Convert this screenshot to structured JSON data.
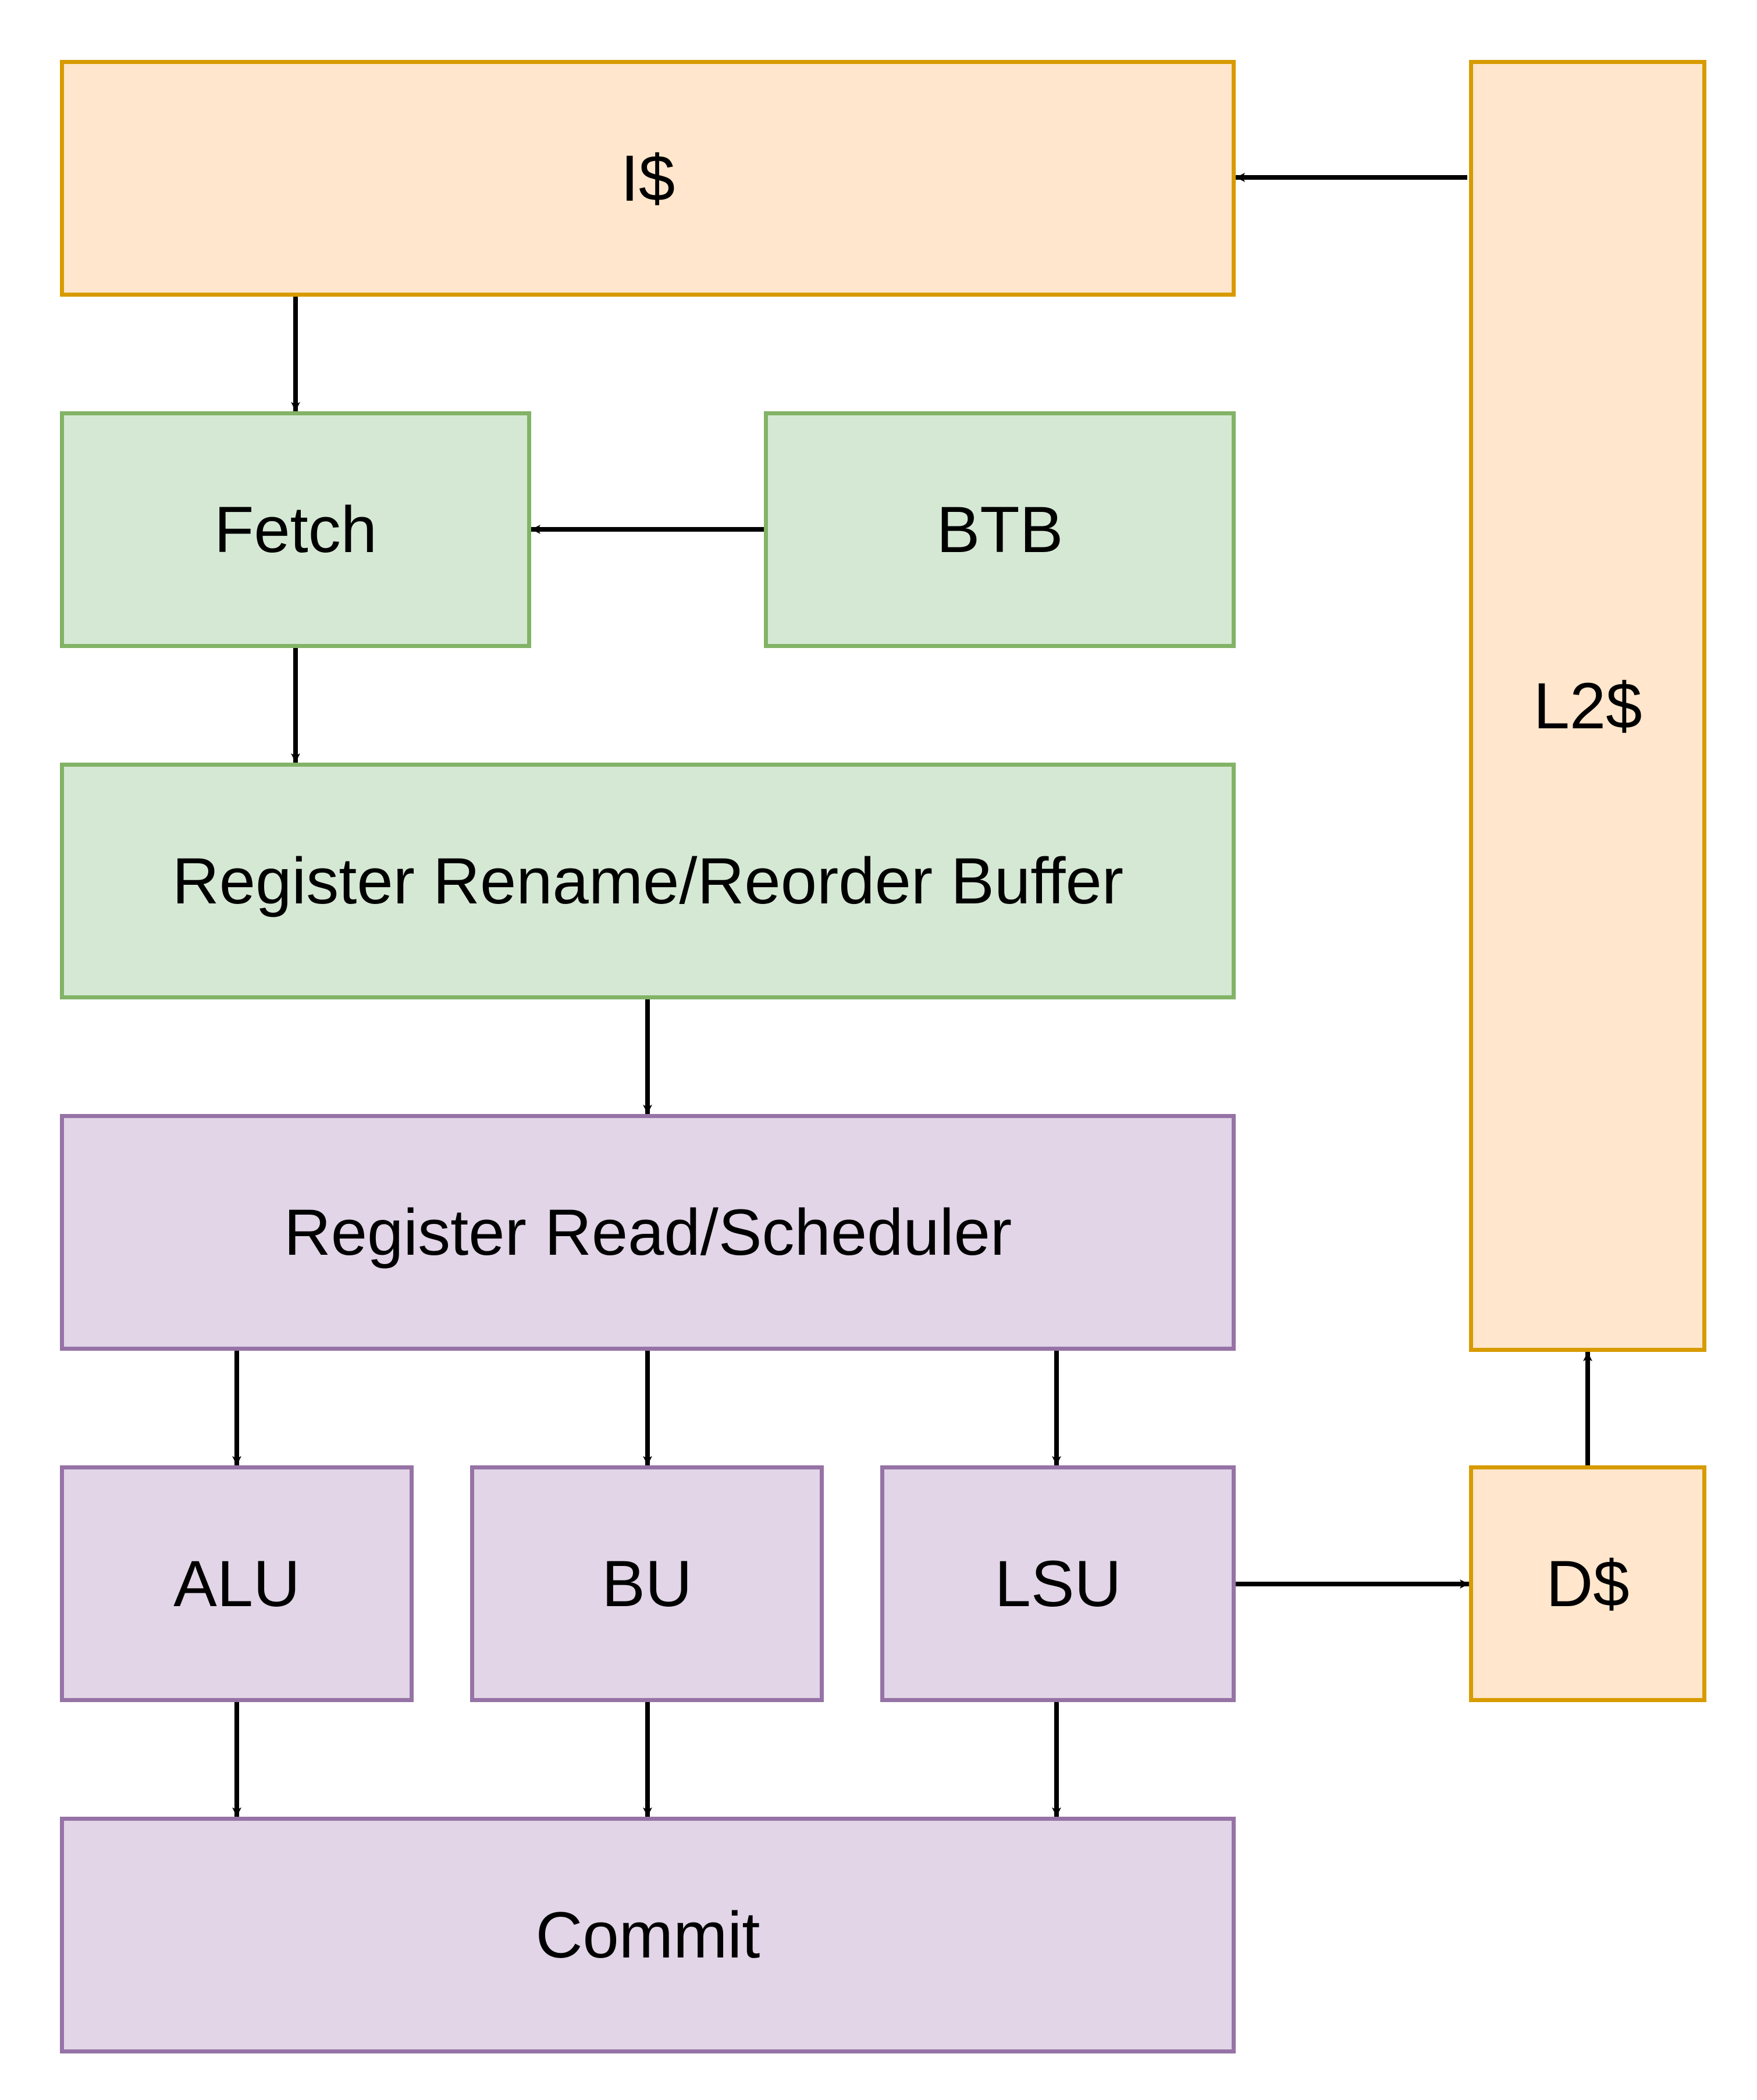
{
  "colors": {
    "cache_fill": "#ffe6cc",
    "cache_stroke": "#d79b00",
    "frontend_fill": "#d5e8d4",
    "frontend_stroke": "#82b366",
    "backend_fill": "#e1d5e7",
    "backend_stroke": "#9673a6",
    "arrow": "#000000"
  },
  "blocks": {
    "icache": "I$",
    "l2cache": "L2$",
    "fetch": "Fetch",
    "btb": "BTB",
    "rename": "Register Rename/Reorder Buffer",
    "scheduler": "Register Read/Scheduler",
    "alu": "ALU",
    "bu": "BU",
    "lsu": "LSU",
    "dcache": "D$",
    "commit": "Commit"
  },
  "connections": [
    {
      "from": "l2cache",
      "to": "icache"
    },
    {
      "from": "icache",
      "to": "fetch"
    },
    {
      "from": "btb",
      "to": "fetch"
    },
    {
      "from": "fetch",
      "to": "rename"
    },
    {
      "from": "rename",
      "to": "scheduler"
    },
    {
      "from": "scheduler",
      "to": "alu"
    },
    {
      "from": "scheduler",
      "to": "bu"
    },
    {
      "from": "scheduler",
      "to": "lsu"
    },
    {
      "from": "lsu",
      "to": "dcache"
    },
    {
      "from": "dcache",
      "to": "l2cache"
    },
    {
      "from": "alu",
      "to": "commit"
    },
    {
      "from": "bu",
      "to": "commit"
    },
    {
      "from": "lsu",
      "to": "commit"
    }
  ]
}
